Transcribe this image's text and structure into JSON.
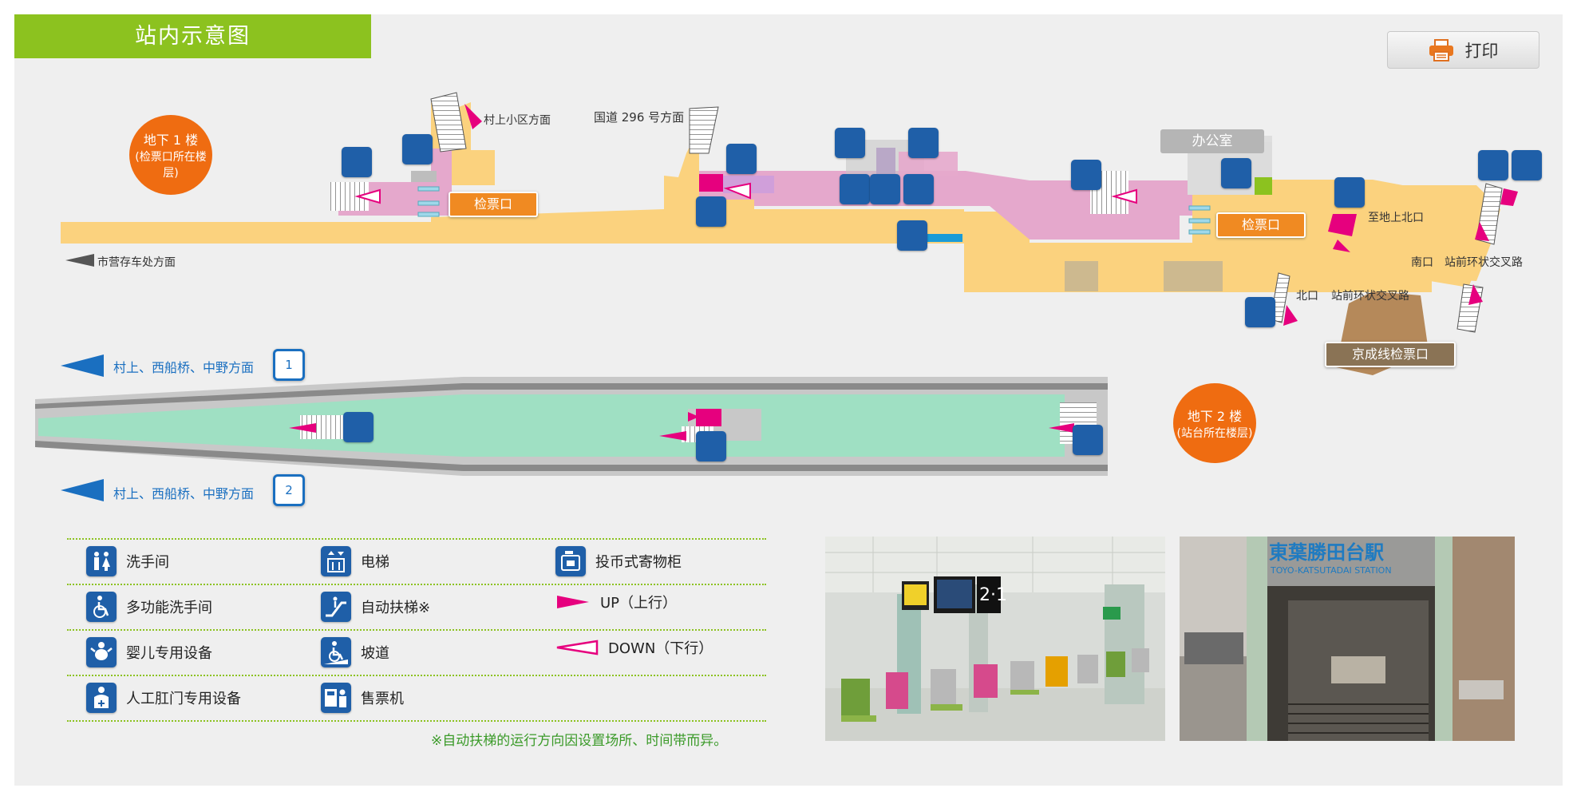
{
  "page": {
    "title": "站内示意图",
    "print_label": "打印"
  },
  "floors": {
    "b1": {
      "name": "地下 1 楼",
      "sub": "(检票口所在楼层)"
    },
    "b2": {
      "name": "地下 2 楼",
      "sub": "(站台所在楼层)"
    }
  },
  "map_labels": {
    "murakami_district": "村上小区方面",
    "route296": "国道 296 号方面",
    "depot": "市营存车处方面",
    "office": "办公室",
    "gate_west": "检票口",
    "gate_east": "检票口",
    "north_exit_ground": "至地上北口",
    "south_exit": "南口",
    "station_rotary_south": "站前环状交叉路",
    "north_exit": "北口",
    "station_rotary_north": "站前环状交叉路",
    "keisei_gate": "京成线检票口"
  },
  "platforms": [
    {
      "number": "1",
      "direction": "村上、西船桥、中野方面"
    },
    {
      "number": "2",
      "direction": "村上、西船桥、中野方面"
    }
  ],
  "legend": {
    "toilet": "洗手间",
    "elevator": "电梯",
    "locker": "投币式寄物柜",
    "accessible_toilet": "多功能洗手间",
    "escalator": "自动扶梯※",
    "up": "UP（上行）",
    "baby": "婴儿专用设备",
    "ramp": "坡道",
    "down": "DOWN（下行）",
    "ostomate": "人工肛门专用设备",
    "ticket_machine": "售票机"
  },
  "note": "※自动扶梯的运行方向因设置场所、时间带而异。",
  "photos": {
    "station_sign_line1": "東葉勝田台駅",
    "station_sign_line2": "TOYO-KATSUTADAI STATION",
    "board_number": "2·1"
  },
  "colors": {
    "title_green": "#8cc21f",
    "concourse": "#fbd27e",
    "paid_area": "#e5a8cc",
    "platform": "#9fe0c3",
    "icon_blue": "#1f5fa8",
    "floor_orange": "#ef6c11",
    "arrow_magenta": "#e6007e",
    "direction_blue": "#1a6fc0"
  }
}
